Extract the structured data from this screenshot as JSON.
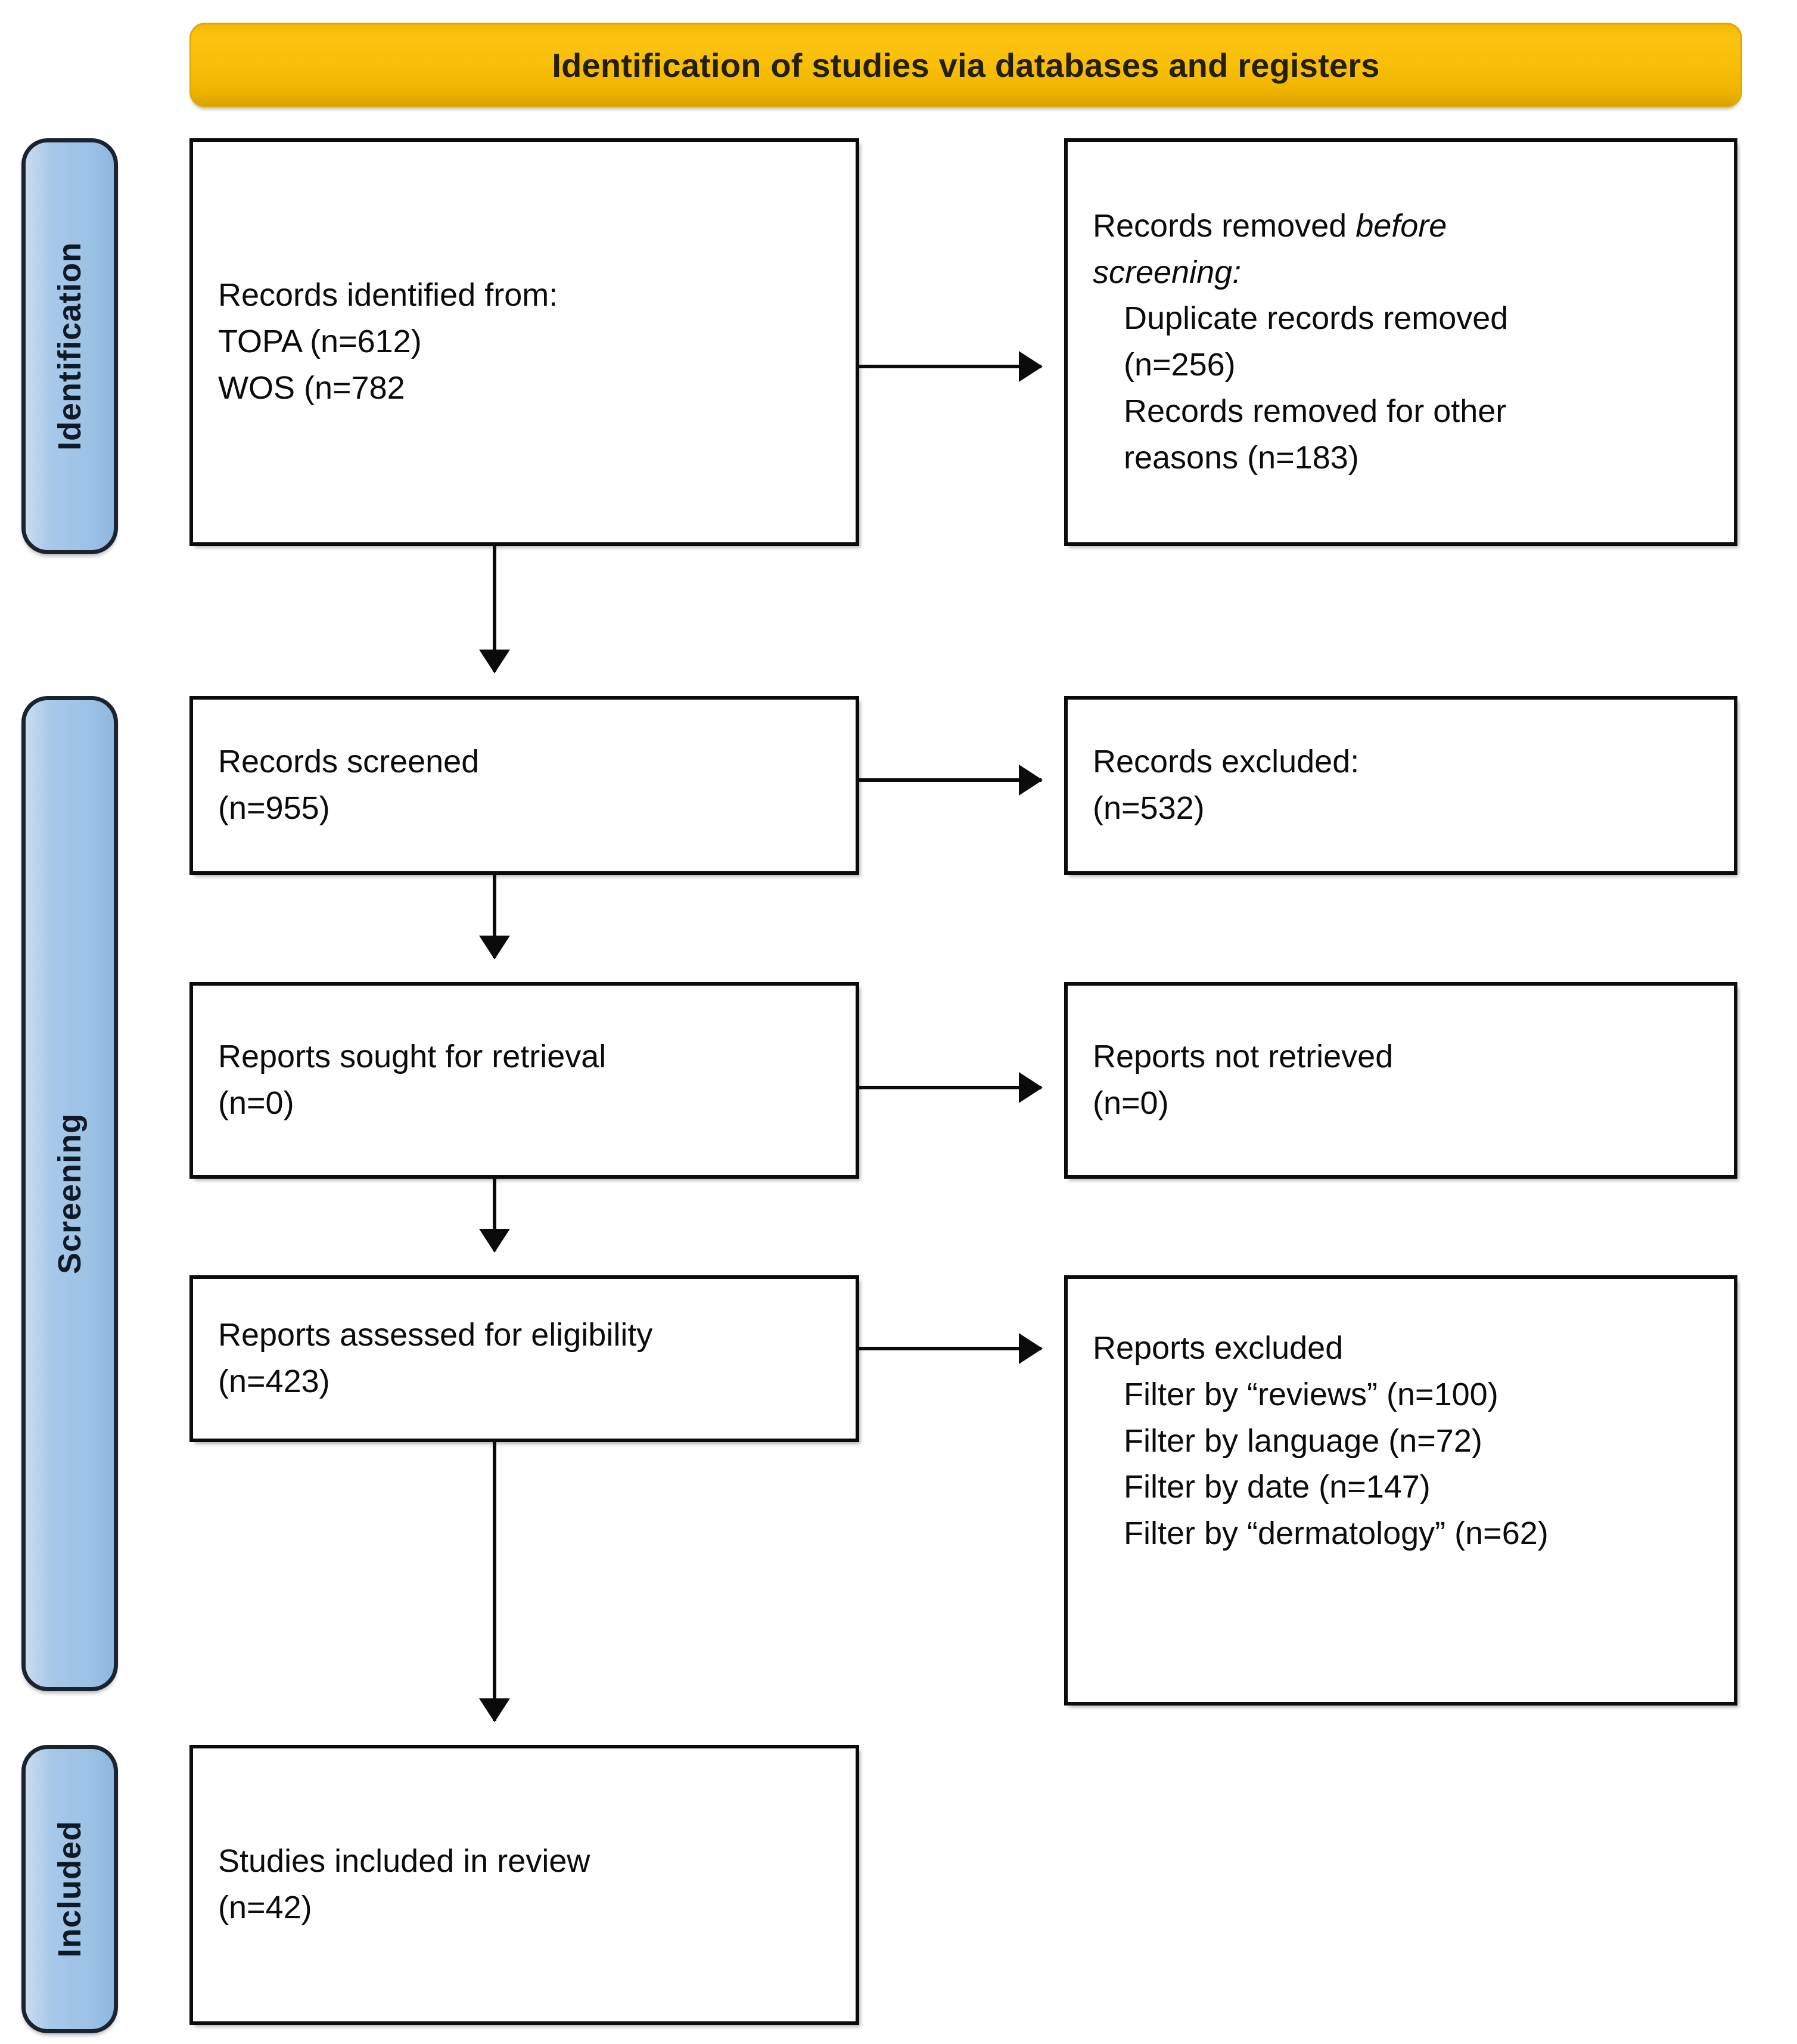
{
  "banner": {
    "title": "Identification of studies via databases and registers",
    "color": "#f7bd06",
    "text_color": "#231f0b"
  },
  "stages": [
    {
      "key": "identification",
      "label": "Identification"
    },
    {
      "key": "screening",
      "label": "Screening"
    },
    {
      "key": "included",
      "label": "Included"
    }
  ],
  "stage_color": "#9cc2e6",
  "boxes": {
    "identified": {
      "l1": "Records identified from:",
      "l2": "TOPA (n=612)",
      "l3": "WOS (n=782"
    },
    "removed_before": {
      "l1": "Records removed ",
      "l1_italic": "before",
      "l2_italic": "screening:",
      "l3": "Duplicate records removed",
      "l4": "(n=256)",
      "l5": "Records removed for other",
      "l6": "reasons (n=183)"
    },
    "screened": {
      "l1": "Records screened",
      "l2": "(n=955)"
    },
    "records_excluded": {
      "l1": "Records excluded:",
      "l2": "(n=532)"
    },
    "sought": {
      "l1": "Reports sought for retrieval",
      "l2": "(n=0)"
    },
    "not_retrieved": {
      "l1": "Reports not retrieved",
      "l2": "(n=0)"
    },
    "assessed": {
      "l1": "Reports assessed for eligibility",
      "l2": "(n=423)"
    },
    "reports_excluded": {
      "l1": "Reports excluded",
      "l2": "Filter by “reviews” (n=100)",
      "l3": "Filter by language  (n=72)",
      "l4": "Filter by date (n=147)",
      "l5": "Filter by “dermatology” (n=62)"
    },
    "included": {
      "l1": "Studies included in review",
      "l2": "(n=42)"
    }
  }
}
